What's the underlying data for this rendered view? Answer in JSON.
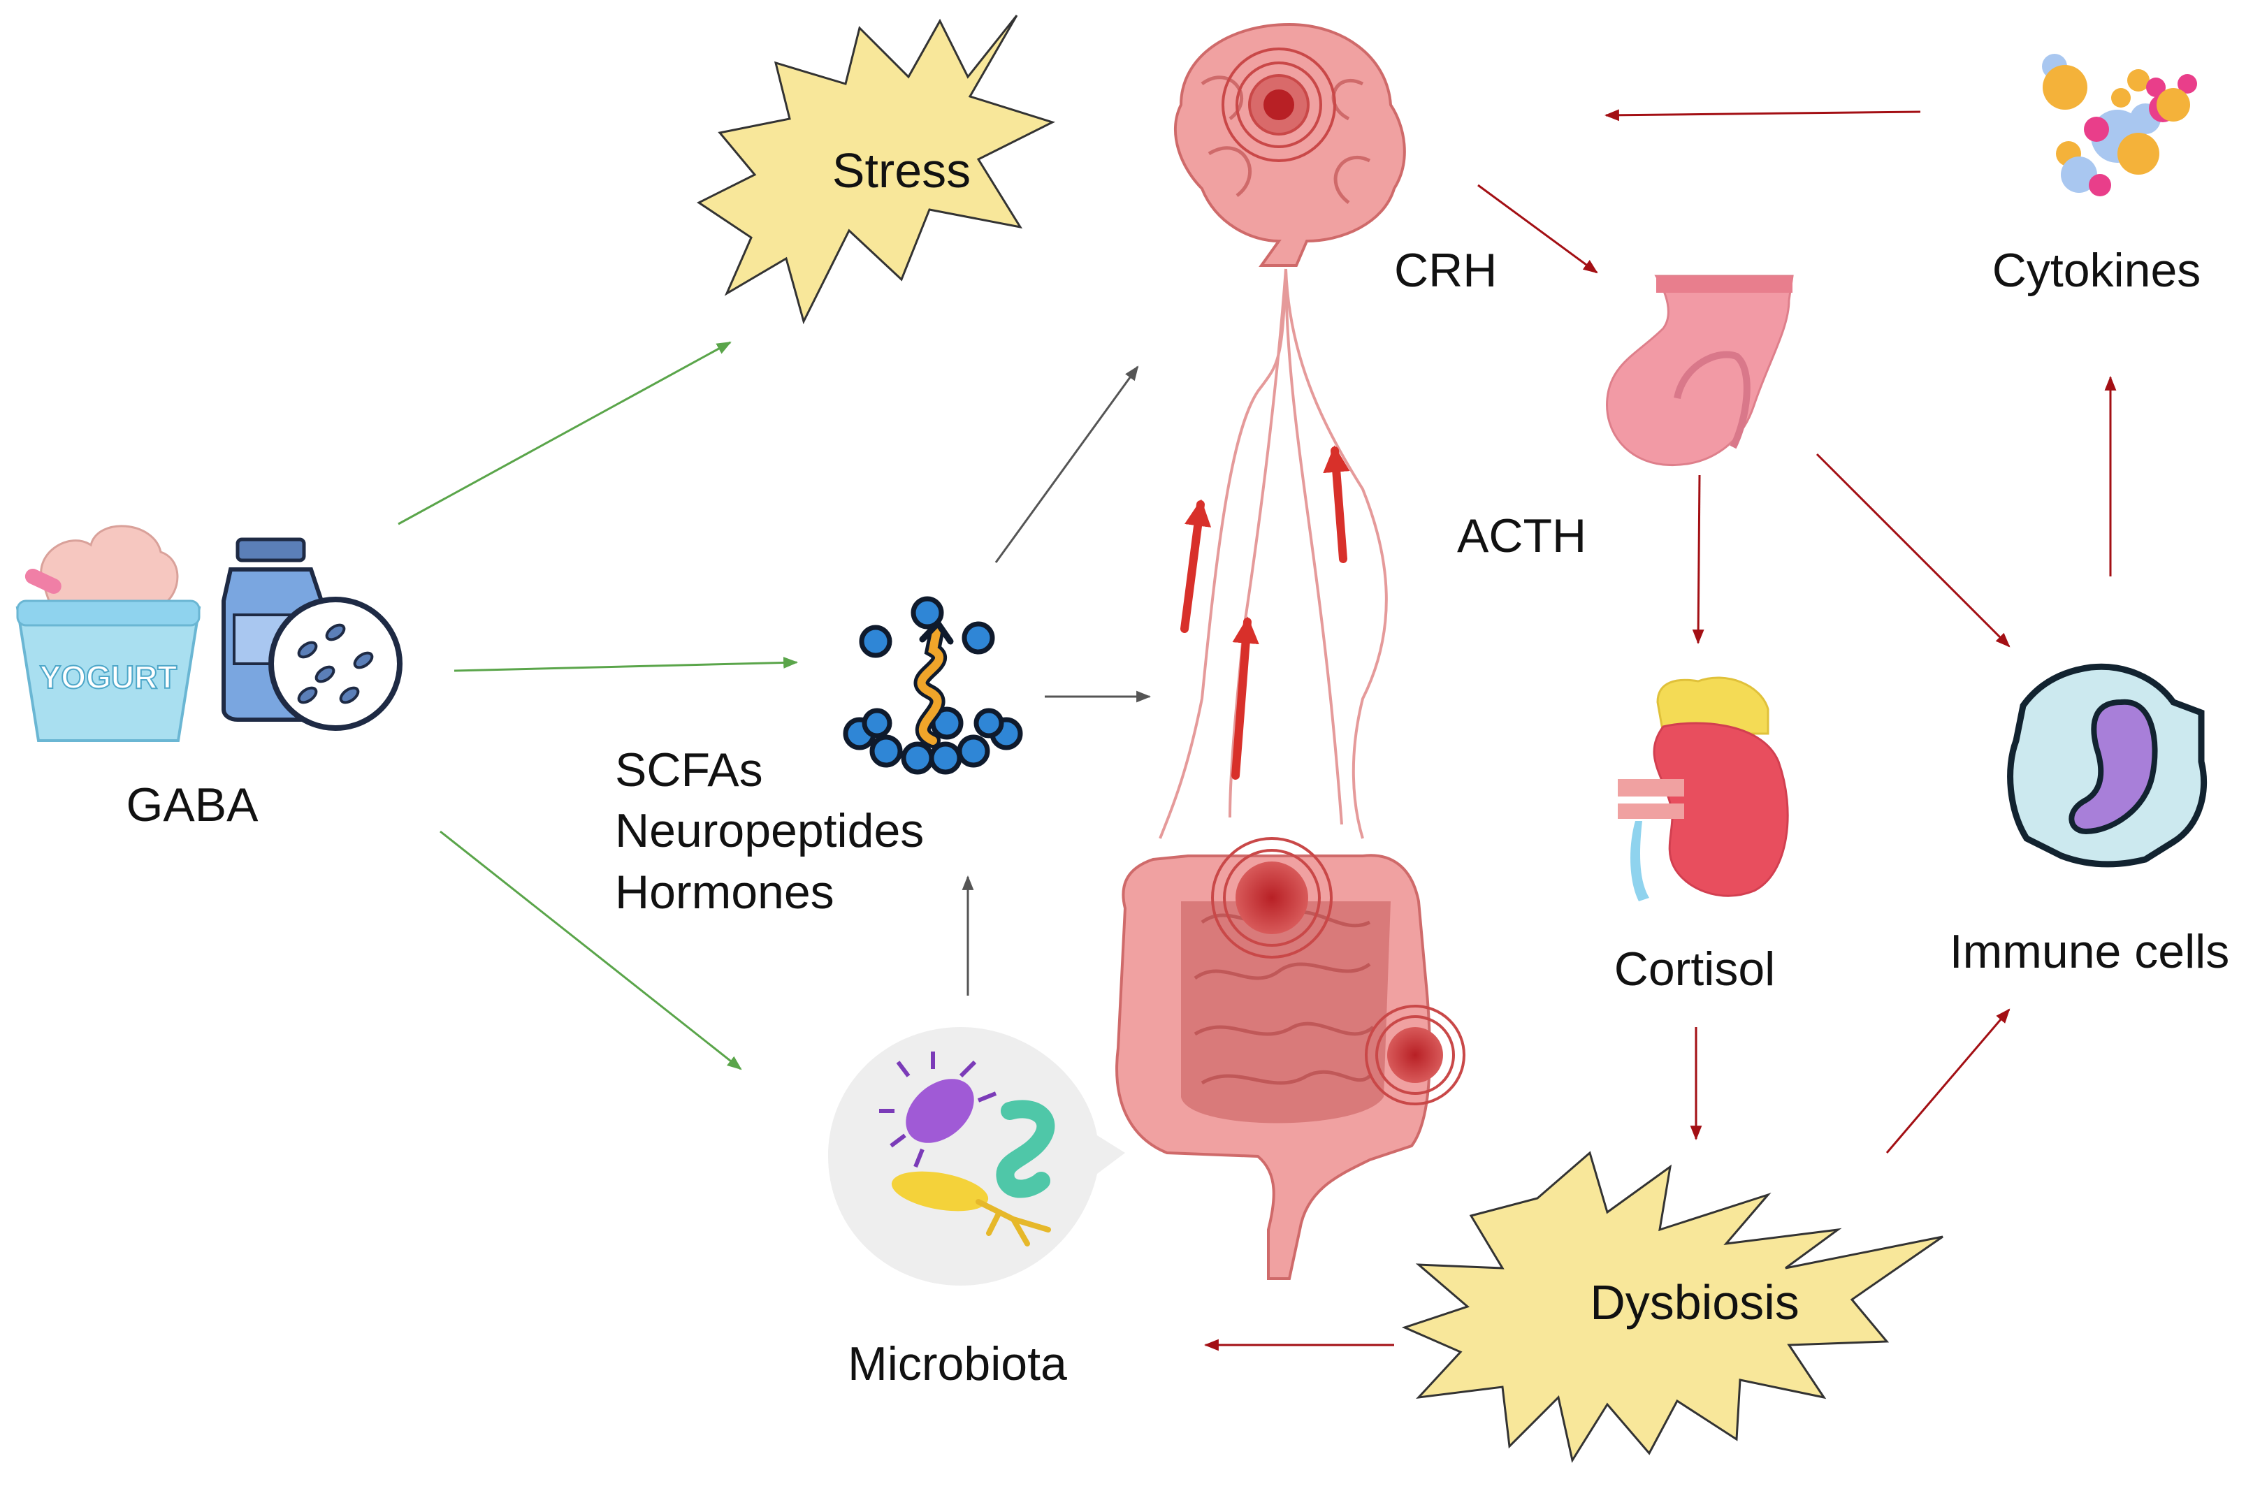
{
  "labels": {
    "stress": "Stress",
    "crh": "CRH",
    "cytokines": "Cytokines",
    "acth": "ACTH",
    "gaba": "GABA",
    "scfas": "SCFAs",
    "neuropeptides": "Neuropeptides",
    "hormones": "Hormones",
    "cortisol": "Cortisol",
    "immune_cells": "Immune cells",
    "dysbiosis": "Dysbiosis",
    "microbiota": "Microbiota"
  },
  "icons": {
    "yogurt_text": "YOGURT"
  },
  "colors": {
    "green_arrow": "#5aa54a",
    "gray_arrow": "#555555",
    "red_arrow": "#a30f14",
    "bright_red_arrow": "#d8302a",
    "burst_fill": "#f8e79a",
    "organ_pink": "#f0a1a1",
    "organ_dark": "#cf6a6a"
  }
}
